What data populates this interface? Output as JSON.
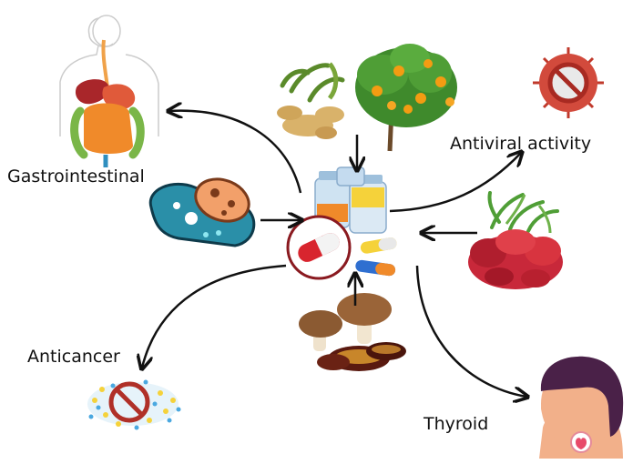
{
  "labels": {
    "gastrointestinal": "Gastrointestinal",
    "antiviral": "Antiviral activity",
    "anticancer": "Anticancer",
    "thyroid": "Thyroid"
  },
  "icons": {
    "digestive": "digestive-system-icon",
    "plants": "ginger-citrus-plants-icon",
    "virus": "virus-prohibited-icon",
    "bacteria": "bacteria-icon",
    "supplements": "supplement-bottles-icon",
    "capsules": "capsules-icon",
    "seaweed": "red-seaweed-icon",
    "mushrooms": "mushrooms-icon",
    "cancer": "cancer-cells-prohibited-icon",
    "thyroid": "thyroid-person-icon"
  },
  "colors": {
    "arrow": "#111111",
    "prohibit": "#c0392b",
    "capsule": "#d8252e",
    "bacteria": "#2a8fa8",
    "seaweed": "#c8283a",
    "orange": "#f39c12",
    "skin": "#f2b08a",
    "hair": "#4a2148"
  }
}
